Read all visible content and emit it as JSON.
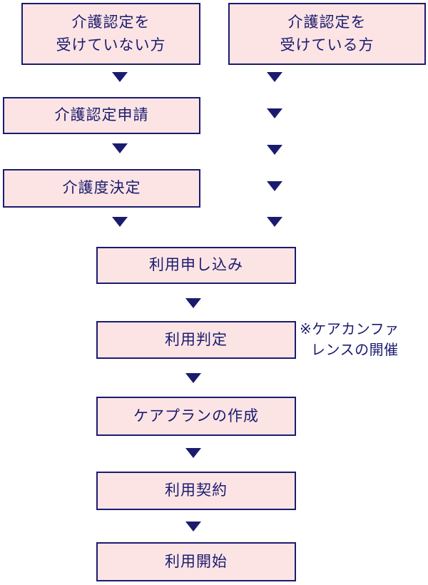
{
  "colors": {
    "box_fill": "#fce4e5",
    "border": "#1b1b6e",
    "text": "#1b1b6e",
    "background": "#ffffff"
  },
  "boxes": {
    "not_certified": {
      "line1": "介護認定を",
      "line2": "受けていない方"
    },
    "certified": {
      "line1": "介護認定を",
      "line2": "受けている方"
    },
    "apply_certification": {
      "label": "介護認定申請"
    },
    "care_level": {
      "label": "介護度決定"
    },
    "application": {
      "label": "利用申し込み"
    },
    "judgement": {
      "label": "利用判定"
    },
    "care_plan": {
      "label": "ケアプランの作成"
    },
    "contract": {
      "label": "利用契約"
    },
    "start": {
      "label": "利用開始"
    }
  },
  "note": {
    "line1": "※ケアカンファ",
    "line2": "レンスの開催"
  }
}
